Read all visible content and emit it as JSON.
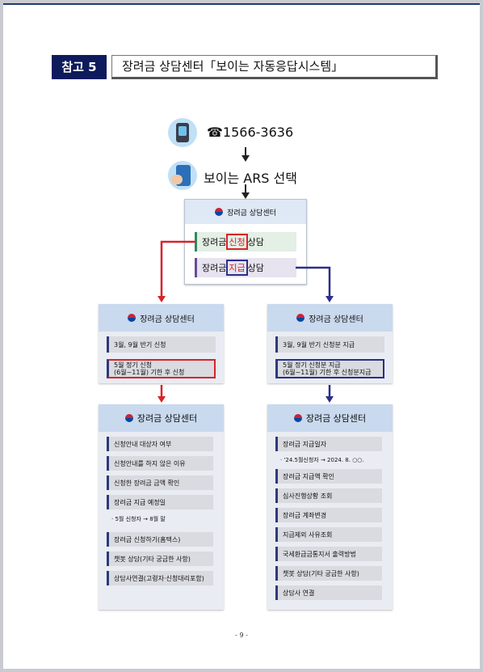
{
  "header": {
    "tag": "참고 5",
    "title": "장려금 상담센터「보이는 자동응답시스템」"
  },
  "phone": "☎1566-3636",
  "ars": "보이는 ARS 선택",
  "center": "장려금 상담센터",
  "main_menu": {
    "apply": {
      "pre": "장려금 ",
      "hl": "신청",
      "post": "상담"
    },
    "pay": {
      "pre": "장려금 ",
      "hl": "지급",
      "post": "상담"
    }
  },
  "left_mid": {
    "items": [
      "3월, 9월 반기 신청",
      "5월 정기 신청\n(6월~11월) 기한 후 신청"
    ]
  },
  "right_mid": {
    "items": [
      "3월, 9월 반기 신청분 지급",
      "5월 정기 신청분 지급\n(6월~11월) 기한 후 신청분지급"
    ]
  },
  "left_bottom": {
    "items": [
      "신청안내 대상자 여부",
      "신청안내를 하지 않은 이유",
      "신청한 장려금 금액 확인",
      "장려금 지급 예정일",
      "장려금 신청하기(홈택스)",
      "챗봇 상담(기타 궁금한 사항)",
      "상담사연결(고령자·신청대리포함)"
    ],
    "note": "· 5월 신청자 → 8월 말"
  },
  "right_bottom": {
    "items": [
      "장려금 지급일자",
      "장려금 지급액 확인",
      "심사진행상황 조회",
      "장려금 계좌변경",
      "지급제외 사유조회",
      "국세환급금통지서 출력방법",
      "챗봇 상담(기타 궁금한 사항)",
      "상담사 연결"
    ],
    "note": "· '24.5월신청자 → 2024. 8. ○○."
  },
  "page_number": "- 9 -",
  "colors": {
    "navy": "#0d1b5c",
    "red": "#d8232a",
    "blue": "#2a2f8a",
    "panel_head": "#c9d9ee"
  }
}
